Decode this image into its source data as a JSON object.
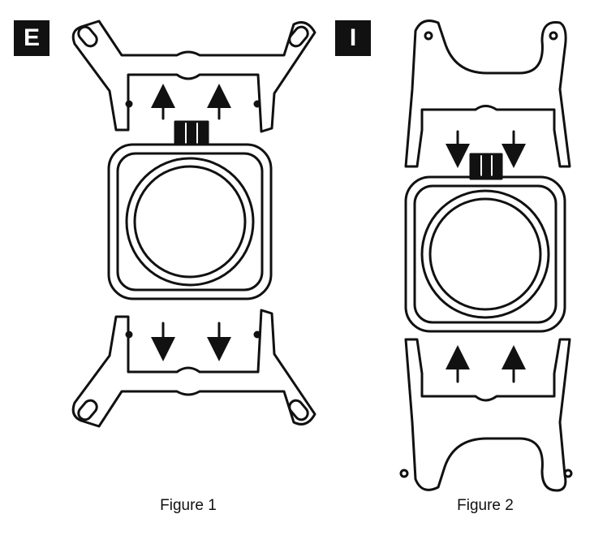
{
  "figures": [
    {
      "badge": "E",
      "caption": "Figure 1"
    },
    {
      "badge": "I",
      "caption": "Figure 2"
    }
  ],
  "colors": {
    "ink": "#111111",
    "background": "#ffffff"
  }
}
